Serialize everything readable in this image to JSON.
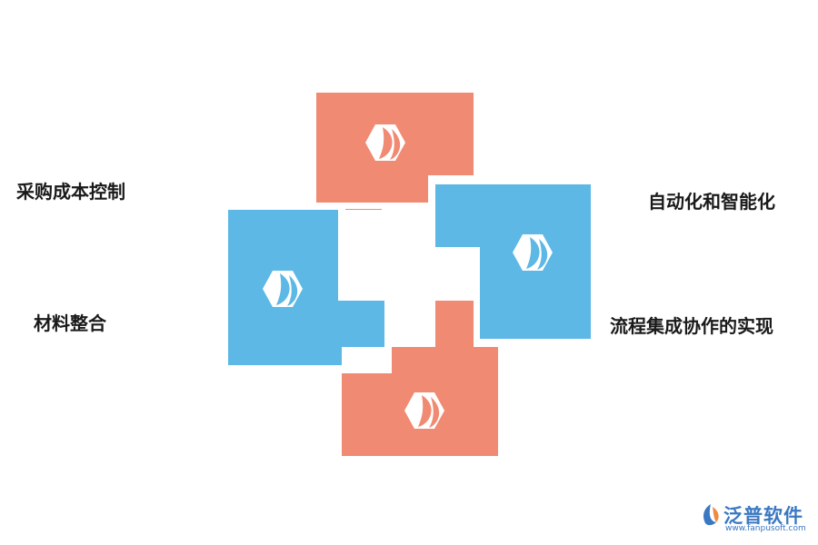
{
  "labels": {
    "top_left": "采购成本控制",
    "bottom_left": "材料整合",
    "top_right": "自动化和智能化",
    "bottom_right": "流程集成协作的实现"
  },
  "colors": {
    "salmon": "#f08a72",
    "blue": "#5db8e6",
    "icon": "#ffffff"
  },
  "icons": {
    "block_icon": "leaf-hexagon-icon"
  },
  "brand": {
    "name": "泛普软件",
    "url": "www.fanpusoft.com",
    "color": "#3b78c2"
  }
}
